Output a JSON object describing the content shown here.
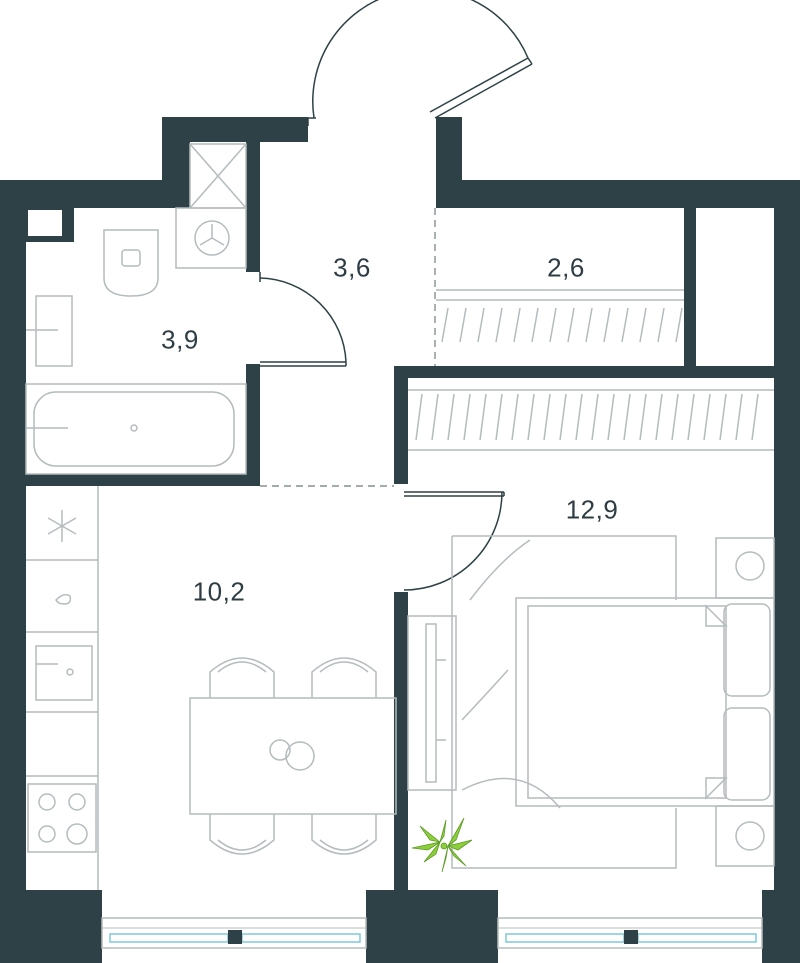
{
  "plan": {
    "colors": {
      "wall": "#2e4146",
      "fixture_stroke": "#b4bcbe",
      "dashed": "#6d7b80",
      "glass": "#7fc8dc",
      "plant": "#8ccf3a",
      "text": "#2e3d44"
    },
    "rooms": {
      "bathroom_area": "3,9",
      "hall_area": "3,6",
      "storage_area": "2,6",
      "kitchen_living_area": "10,2",
      "bedroom_area": "12,9"
    },
    "icons": [
      "door-swing-icon",
      "bathtub-icon",
      "toilet-icon",
      "sink-icon",
      "washing-machine-icon",
      "stove-icon",
      "bed-icon",
      "plant-icon",
      "table-icon",
      "chair-icon"
    ]
  }
}
